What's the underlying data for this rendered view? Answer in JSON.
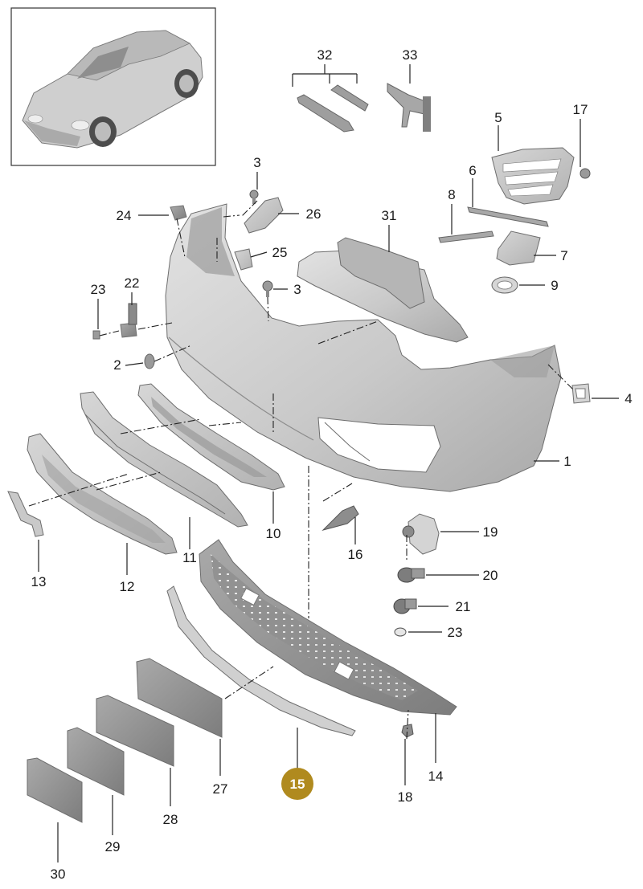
{
  "diagram": {
    "highlight_color": "#b08a1e",
    "part_labels": {
      "p1": "1",
      "p2": "2",
      "p3a": "3",
      "p3b": "3",
      "p4": "4",
      "p5": "5",
      "p6": "6",
      "p7": "7",
      "p8": "8",
      "p9": "9",
      "p10": "10",
      "p11": "11",
      "p12": "12",
      "p13": "13",
      "p14": "14",
      "p15": "15",
      "p16": "16",
      "p17": "17",
      "p18": "18",
      "p19": "19",
      "p20": "20",
      "p21": "21",
      "p22": "22",
      "p23a": "23",
      "p23b": "23",
      "p24": "24",
      "p25": "25",
      "p26": "26",
      "p27": "27",
      "p28": "28",
      "p29": "29",
      "p30": "30",
      "p31": "31",
      "p32": "32",
      "p33": "33"
    },
    "selected_part": "p15"
  }
}
